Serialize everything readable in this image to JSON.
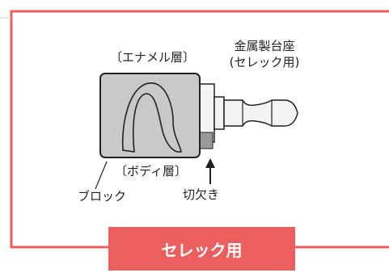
{
  "labels": {
    "enamel": "〔エナメル層〕",
    "metal_base_line1": "金属製台座",
    "metal_base_line2": "(セレック用)",
    "body_layer": "〔ボディ層〕",
    "block": "ブロック",
    "notch": "切欠き"
  },
  "tag": {
    "label": "セレック用"
  },
  "colors": {
    "frame": "#ec5f5f",
    "tag_bg": "#ec5f5f",
    "block_fill": "#c9c9c9",
    "metal_fill": "#f4f4f4",
    "line": "#222222"
  }
}
